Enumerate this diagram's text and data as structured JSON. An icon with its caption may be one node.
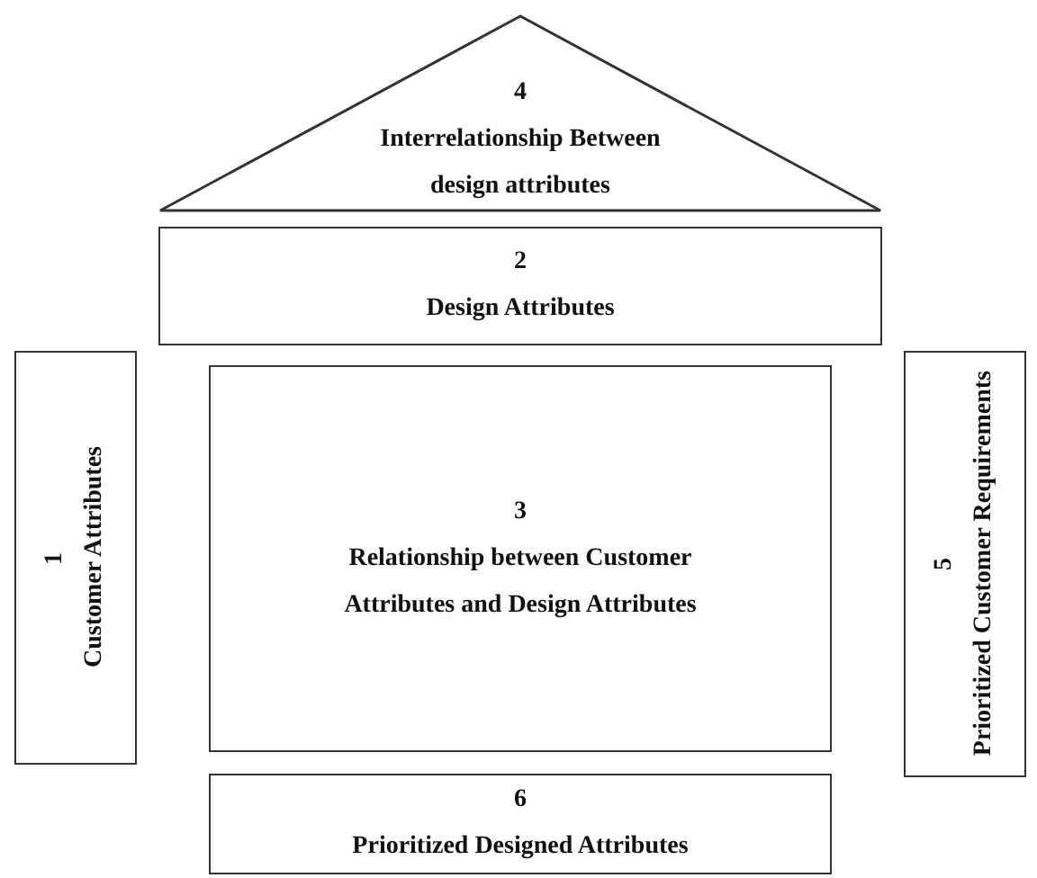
{
  "diagram": {
    "nodes": [
      {
        "text": [
          "4",
          "Interrelationship Between design attributes"
        ]
      },
      {
        "text": [
          "2",
          "Design Attributes"
        ]
      },
      {
        "text": [
          "1",
          "Customer Attributes"
        ]
      },
      {
        "text": [
          "3",
          "Relationship between Customer Attributes and Design Attributes"
        ]
      },
      {
        "text": [
          "5",
          "Prioritized Customer Requirements"
        ]
      },
      {
        "text": [
          "6",
          "Prioritized Designed Attributes"
        ]
      }
    ]
  }
}
